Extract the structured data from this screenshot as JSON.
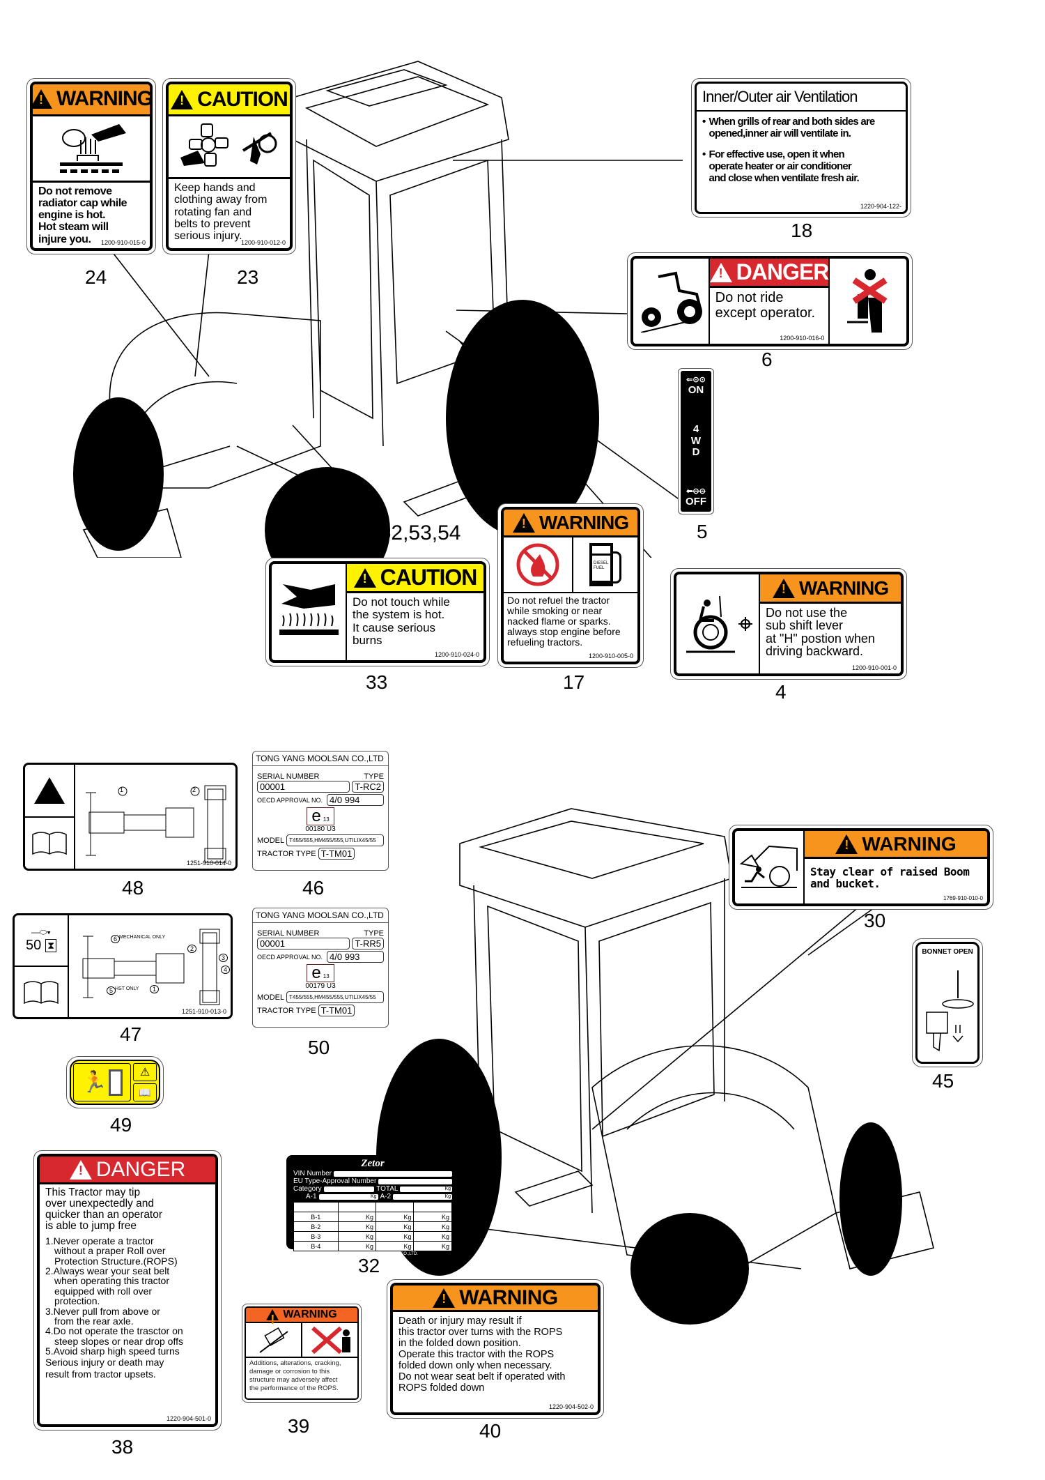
{
  "colors": {
    "warning": "#f7941d",
    "caution": "#fff200",
    "danger": "#d7282f",
    "ink": "#000000"
  },
  "decals": {
    "d24": {
      "callout": "24",
      "header": "WARNING",
      "text": [
        "Do not remove",
        "radiator cap while",
        "engine is hot.",
        "Hot steam will",
        "injure you."
      ],
      "part_no": "1200-910-015-0",
      "icon": "radiator-steam-icon"
    },
    "d23": {
      "callout": "23",
      "header": "CAUTION",
      "text": [
        "Keep hands and",
        "clothing away from",
        "rotating  fan and",
        "belts to   prevent",
        "serious injury."
      ],
      "part_no": "1200-910-012-0",
      "icon": "fan-belt-hand-icon"
    },
    "d18": {
      "callout": "18",
      "title": "Inner/Outer air Ventilation",
      "bullets": [
        "When grills of rear and both sides are opened,inner air will ventilate in.",
        "For effective use, open it when operate heater or air conditioner and close when ventilate fresh air."
      ],
      "part_no": "1220-904-122-"
    },
    "d6": {
      "callout": "6",
      "header": "DANGER",
      "text": [
        "Do not ride",
        "except operator."
      ],
      "part_no": "1200-910-016-0",
      "icon_left": "tractor-rollover-icon",
      "icon_right": "no-passenger-icon"
    },
    "d5": {
      "callout": "5",
      "on": "ON",
      "mid": [
        "4",
        "W",
        "D"
      ],
      "off": "OFF",
      "icon_on": "4wd-on-icon",
      "icon_off": "4wd-off-icon"
    },
    "d33": {
      "callout": "33",
      "header": "CAUTION",
      "text": [
        "Do not touch while",
        "the system is hot.",
        "It cause serious",
        "burns"
      ],
      "part_no": "1200-910-024-0",
      "icon": "hot-surface-hand-icon"
    },
    "d17": {
      "callout": "17",
      "header": "WARNING",
      "text": [
        "Do not refuel the tractor",
        "while smoking or near",
        "nacked flame  or sparks.",
        "always stop engine before",
        "refueling tractors."
      ],
      "part_no": "1200-910-005-0",
      "pump_label": [
        "DIESEL",
        "FUEL"
      ],
      "icon_left": "no-flame-icon",
      "icon_right": "fuel-pump-icon"
    },
    "d4": {
      "callout": "4",
      "header": "WARNING",
      "text": [
        "Do not use the",
        "sub shift lever",
        "at \"H\" postion when",
        "driving backward."
      ],
      "part_no": "1200-910-001-0",
      "icon": "tractor-runover-icon"
    },
    "d51": {
      "callout": "51,52,53,54"
    },
    "d48": {
      "callout": "48",
      "part_no": "1251-910-014-0",
      "markers": [
        "1",
        "2"
      ]
    },
    "d47": {
      "callout": "47",
      "part_no": "1251-910-013-0",
      "hours": "50",
      "markers": [
        "1",
        "2",
        "3",
        "4",
        "5",
        "6"
      ],
      "notes": [
        "MECHANICAL ONLY",
        "HST ONLY"
      ]
    },
    "d46": {
      "callout": "46",
      "company": "TONG YANG MOOLSAN CO.,LTD",
      "serial_label": "SERIAL  NUMBER",
      "type_label": "TYPE",
      "serial": "00001",
      "type": "T-RC2",
      "oecd_label": "OECD APPROVAL NO.",
      "oecd": "4/0 994",
      "e_mark": "e",
      "e_num": "13",
      "approval": "00180 U3",
      "model_label": "MODEL",
      "model": "T455/555,HM455/555,UTILIX45/55",
      "tractor_type_label": "TRACTOR TYPE",
      "tractor_type": "T-TM01"
    },
    "d50": {
      "callout": "50",
      "company": "TONG YANG MOOLSAN CO.,LTD",
      "serial_label": "SERIAL  NUMBER",
      "type_label": "TYPE",
      "serial": "00001",
      "type": "T-RR5",
      "oecd_label": "OECD APPROVAL NO.",
      "oecd": "4/0 993",
      "e_mark": "e",
      "e_num": "13",
      "approval": "00179 U3",
      "model_label": "MODEL",
      "model": "T455/555,HM455/555,UTILIX45/55",
      "tractor_type_label": "TRACTOR TYPE",
      "tractor_type": "T-TM01"
    },
    "d49": {
      "callout": "49",
      "icon": "emergency-exit-icon"
    },
    "d30": {
      "callout": "30",
      "header": "WARNING",
      "text": [
        "Stay clear of raised Boom",
        "and bucket."
      ],
      "part_no": "1769-910-010-0",
      "icon": "loader-boom-icon"
    },
    "d45": {
      "callout": "45",
      "title": "BONNET OPEN",
      "icon": "bonnet-key-icon"
    },
    "d38": {
      "callout": "38",
      "header": "DANGER",
      "intro": [
        "This Tractor may tip",
        "over unexpectedly and",
        "quicker than an operator",
        "is able to jump free"
      ],
      "items": [
        "1.Never operate a tractor",
        "without a praper Roll over",
        "Protection Structure.(ROPS)",
        "2.Always wear your seat belt",
        "when operating this tractor",
        "equipped with roll over",
        "protection.",
        "3.Never pull from above or",
        "from the rear axle.",
        "4.Do not operate the trasctor on",
        "steep slopes or near drop offs",
        "5.Avoid sharp high speed turns"
      ],
      "outro": [
        "Serious injury or death may",
        "result from tractor upsets."
      ],
      "part_no": "1220-904-501-0"
    },
    "d32": {
      "callout": "32",
      "brand": "Zetor",
      "vin_label": "VIN Number",
      "eu_label": "EU Type-Approval Number",
      "category_label": "Category",
      "total_label": "TOTAL",
      "a1_label": "A-1",
      "a2_label": "A-2",
      "unit": "Kg",
      "rows": [
        "B-1",
        "B-2",
        "B-3",
        "B-4"
      ],
      "footer": "Manufactured by KUKJE MACHINERY CO.,LTD."
    },
    "d39": {
      "callout": "39",
      "header": "WARNING",
      "text": [
        "Additions, alterations, cracking,",
        "damage or corrosion to this",
        "structure may adversely affect",
        "the performance of the ROPS."
      ]
    },
    "d40": {
      "callout": "40",
      "header": "WARNING",
      "text": [
        "Death or injury may result if",
        "this tractor over turns with the ROPS",
        "in the folded down position.",
        "Operate this tractor with the ROPS",
        "folded down only when necessary.",
        "Do  not wear seat belt if operated with",
        "ROPS folded down"
      ],
      "part_no": "1220-904-502-0"
    }
  }
}
